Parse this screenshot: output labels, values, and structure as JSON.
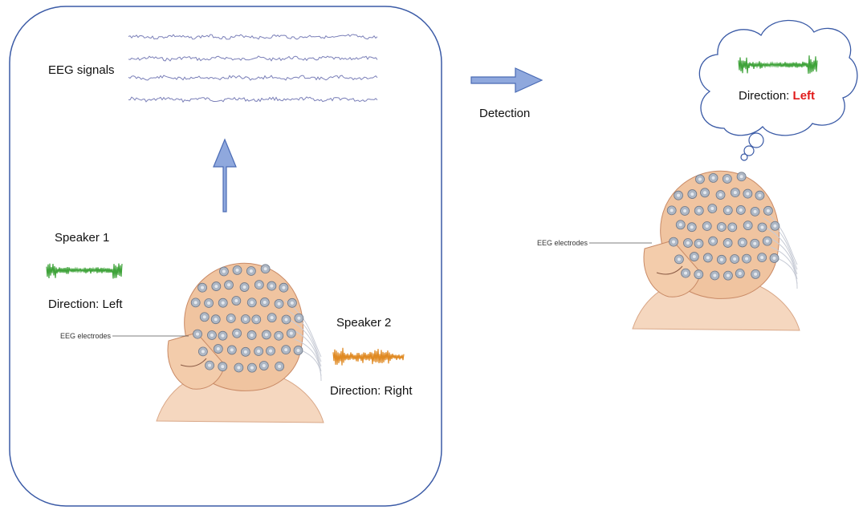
{
  "panel": {
    "eeg_label": "EEG signals",
    "speaker1": {
      "name": "Speaker 1",
      "direction": "Direction: Left",
      "wave_color": "#3fa33a"
    },
    "speaker2": {
      "name": "Speaker 2",
      "direction": "Direction: Right",
      "wave_color": "#e08a23"
    },
    "electrodes_label": "EEG electrodes"
  },
  "detection": {
    "label": "Detection"
  },
  "result": {
    "direction_prefix": "Direction: ",
    "direction_value": "Left",
    "value_color": "#e11b1b",
    "electrodes_label": "EEG electrodes"
  },
  "colors": {
    "panel_border": "#3a5aa6",
    "arrow_fill": "#8fa8dd",
    "arrow_stroke": "#4a6bb5",
    "eeg_trace": "#7a7fb8",
    "skin": "#f1c9a8",
    "electrode": "#aeb7c4"
  }
}
